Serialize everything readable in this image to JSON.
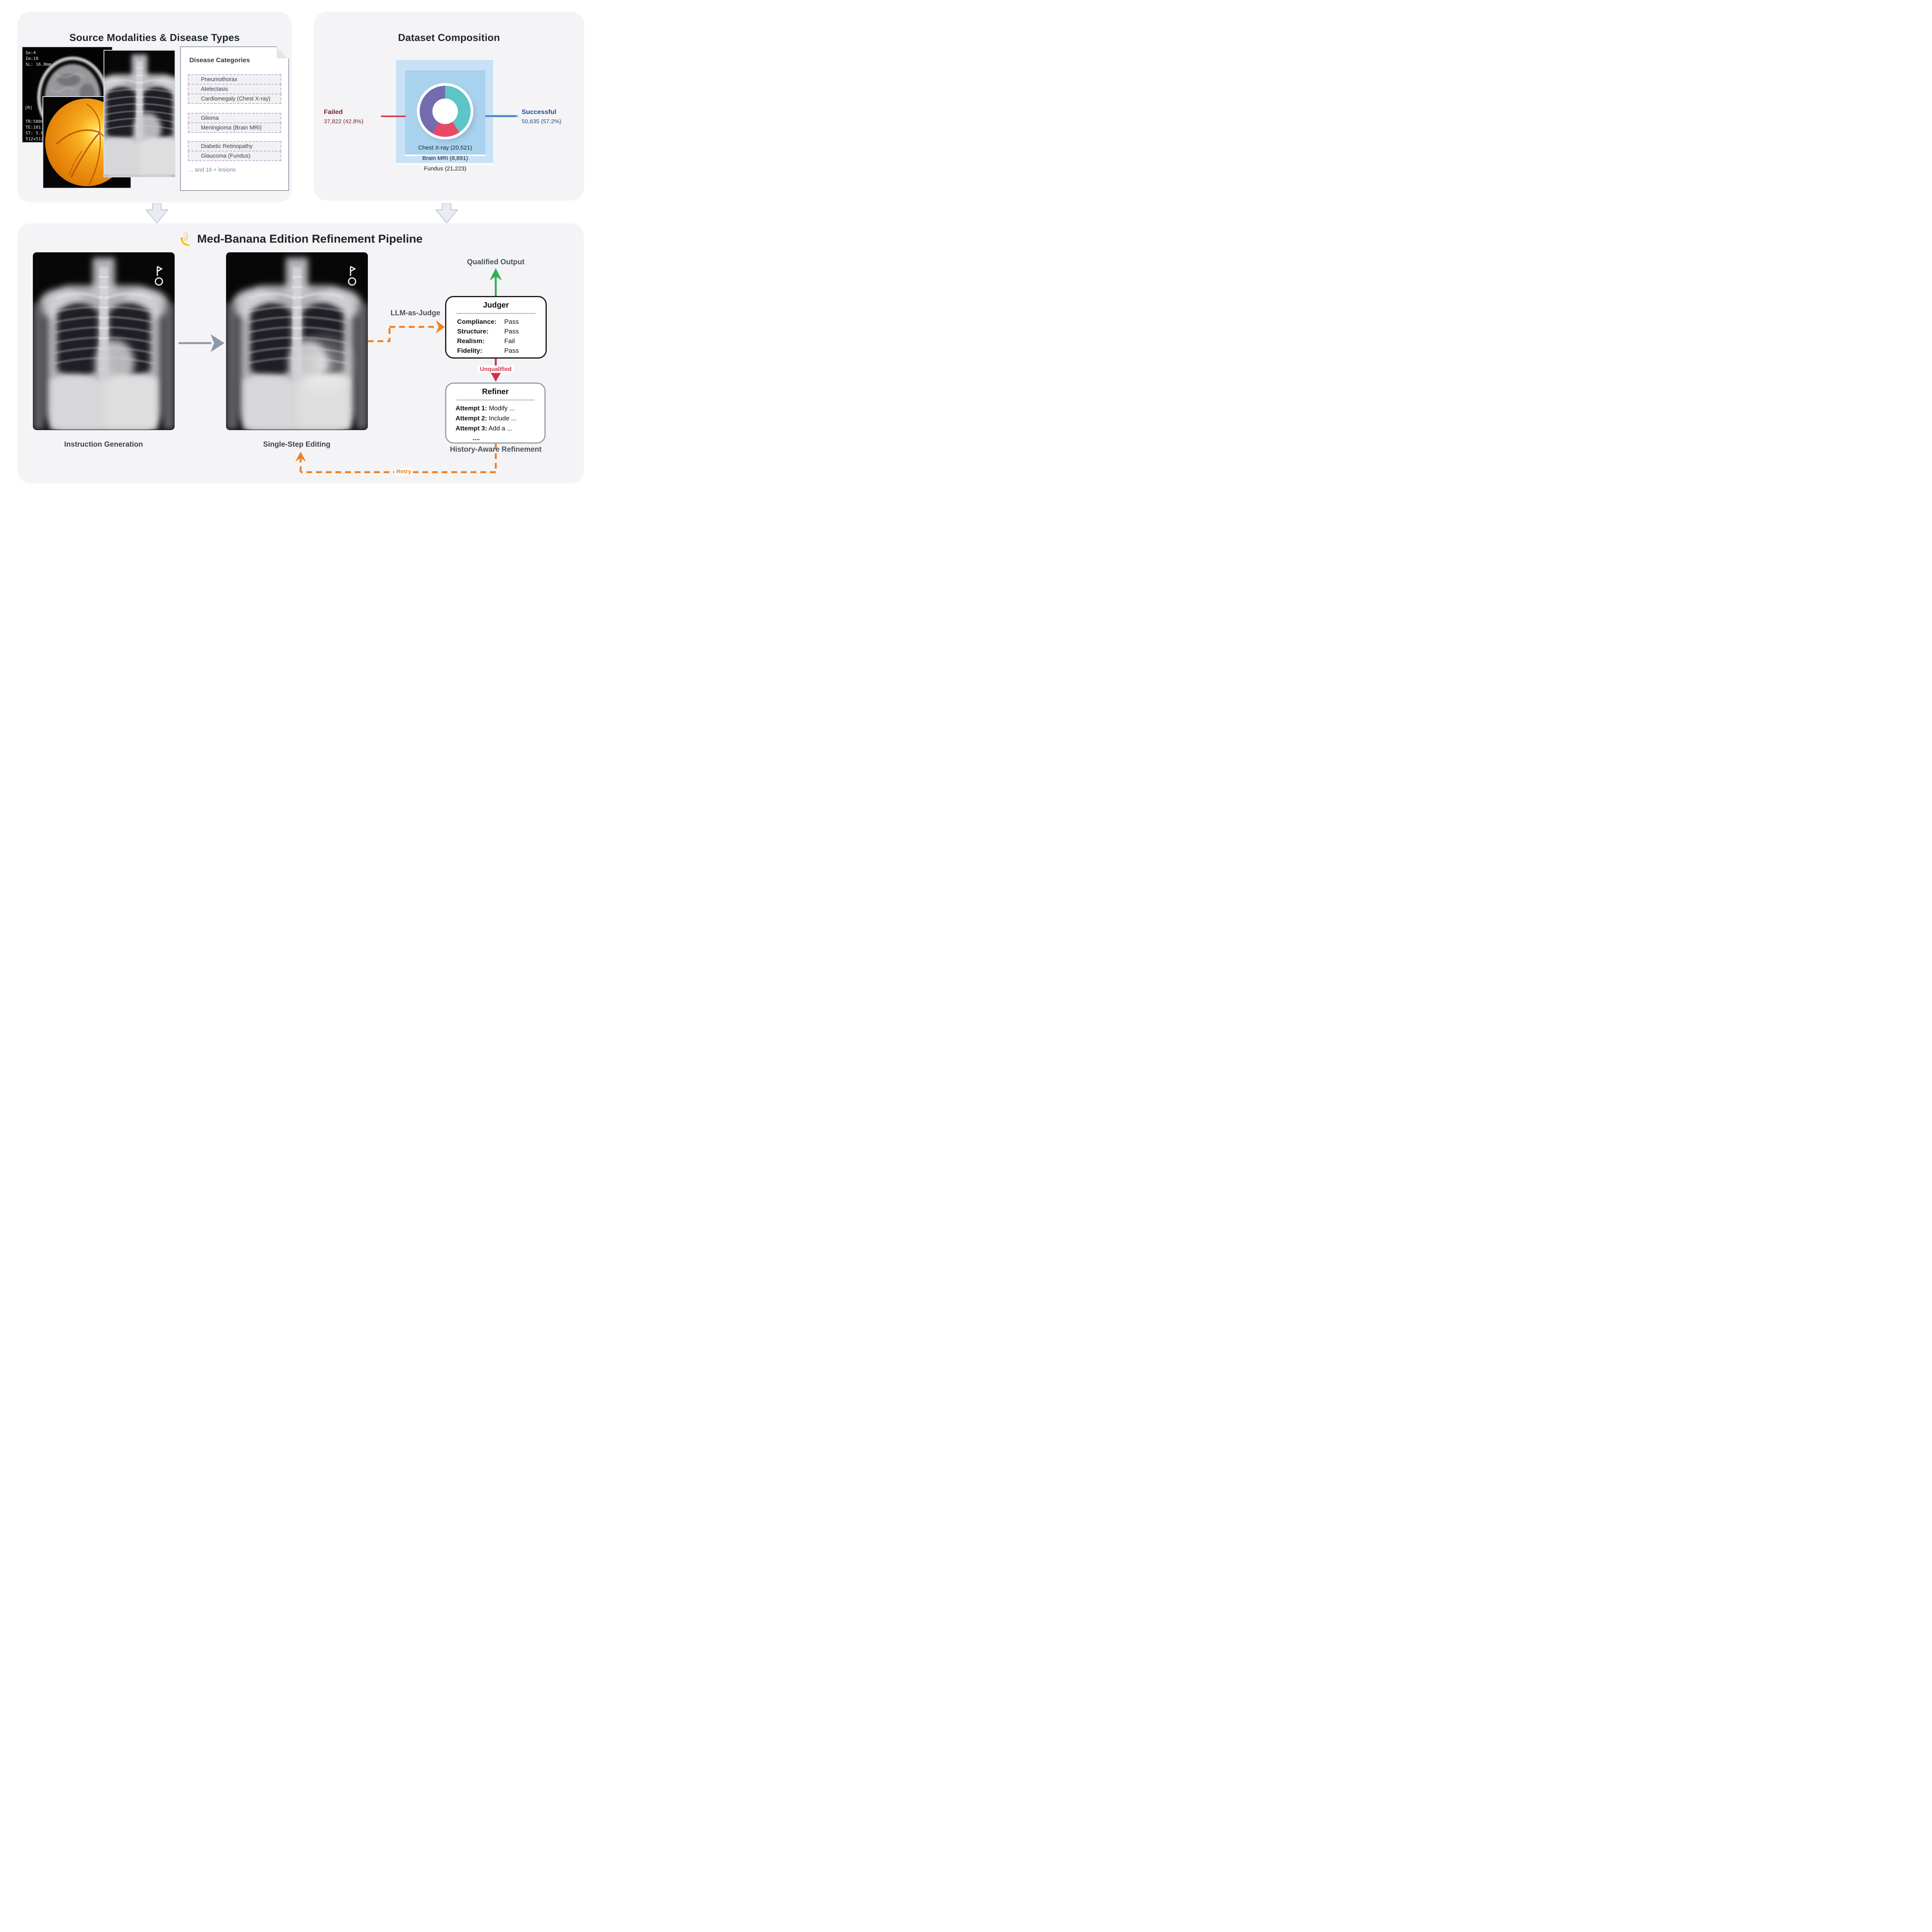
{
  "panels": {
    "modalities": {
      "title": "Source Modalities & Disease Types"
    },
    "dataset": {
      "title": "Dataset Composition"
    },
    "pipeline": {
      "title": "Med-Banana Edition Refinement Pipeline"
    }
  },
  "disease_doc": {
    "heading": "Disease Categories",
    "groups": [
      {
        "items": [
          "Pneumothorax",
          "Atelectasis",
          "Cardiomegaly (Chest X-ray)"
        ]
      },
      {
        "items": [
          "Glioma",
          "Meningioma (Brain MRI)"
        ]
      },
      {
        "items": [
          "Diabetic Retinopathy",
          "Glaucoma (Fundus)"
        ]
      }
    ],
    "footer": "... and 16 + lesions"
  },
  "mri_meta": {
    "line1": "Se:4",
    "line2": "Im:18",
    "line3": "SL: 16.8mm",
    "side": "[R]",
    "tr": "TR:5800.0 ms",
    "te": "TE:101.8 ms",
    "st": "ST:  5.0mm",
    "matrix": "512x512"
  },
  "dataset_composition": {
    "failed_label": "Failed",
    "failed_value": "37,822 (42.8%)",
    "successful_label": "Successful",
    "successful_value": "50,635 (57.2%)",
    "modality_labels": [
      "Chest X-ray (20,521)",
      "Brain MRI (8,891)",
      "Fundus (21,223)"
    ]
  },
  "chart_data": {
    "type": "pie",
    "donut": true,
    "title": "Dataset Composition",
    "segments": [
      {
        "label": "Chest X-ray",
        "value": 20521,
        "color": "#5ec4c6"
      },
      {
        "label": "Brain MRI",
        "value": 8891,
        "color": "#e84a66"
      },
      {
        "label": "Fundus",
        "value": 21223,
        "color": "#736db0"
      }
    ],
    "total_successful": 50635,
    "annotations": {
      "failed": {
        "label": "Failed",
        "value": "37,822 (42.8%)",
        "color": "#7d2433"
      },
      "successful": {
        "label": "Successful",
        "value": "50,635 (57.2%)",
        "color": "#1d4c96"
      }
    },
    "legend_position": "layered-squares-bottom"
  },
  "pipeline": {
    "stage1_label": "Instruction Generation",
    "stage2_label": "Single-Step Editing",
    "llm_judge_label": "LLM-as-Judge",
    "qualified_label": "Qualified Output",
    "unqualified_label": "Unqualified",
    "retry_label": "Retry",
    "history_label": "History-Aware Refinement",
    "judger": {
      "title": "Judger",
      "rows": [
        {
          "label": "Compliance:",
          "value": "Pass"
        },
        {
          "label": "Structure:",
          "value": "Pass"
        },
        {
          "label": "Realism:",
          "value": "Fail"
        },
        {
          "label": "Fidelity:",
          "value": "Pass"
        }
      ]
    },
    "refiner": {
      "title": "Refiner",
      "rows": [
        {
          "label": "Attempt 1:",
          "value": "Modify ..."
        },
        {
          "label": "Attempt 2:",
          "value": "Include ..."
        },
        {
          "label": "Attempt 3:",
          "value": "Add a ..."
        }
      ],
      "more": "...."
    }
  },
  "colors": {
    "panel_bg": "#f4f4f6",
    "accent_orange": "#ee8126",
    "accent_green": "#2fae52",
    "accent_red": "#d6304c",
    "failed_text": "#7d2433",
    "successful_text": "#1d4c96",
    "inner_square": "#a9d2ee",
    "outer_square": "#c8e1f6",
    "dashed_box_border": "#c7a9d6"
  }
}
